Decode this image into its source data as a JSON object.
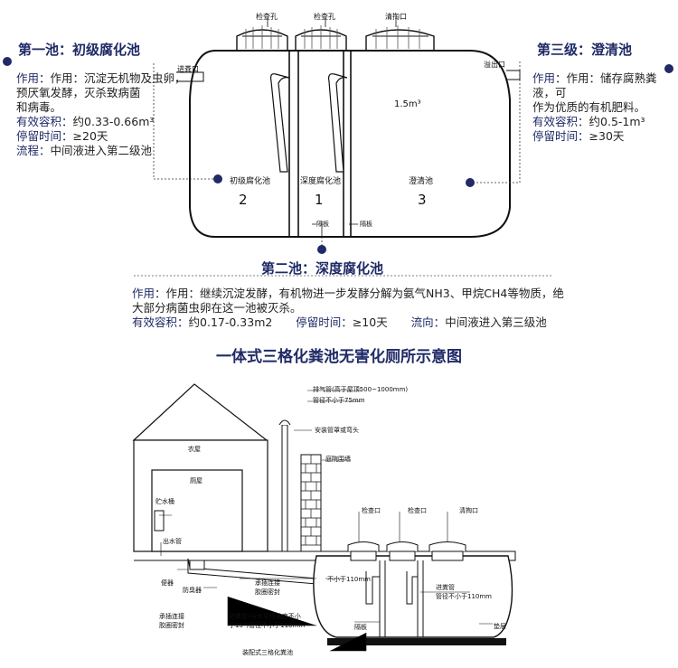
{
  "top": {
    "labels": {
      "inspect1": "检查孔",
      "inspect2": "检查孔",
      "cleanout": "清掏口",
      "inlet": "进粪口",
      "overflow": "溢出口",
      "volume": "1.5m³",
      "ch1_label": "初级腐化池",
      "ch1_num": "2",
      "ch2_label": "深度腐化池",
      "ch2_num": "1",
      "ch3_label": "澄清池",
      "ch3_num": "3",
      "partition1": "隔板",
      "partition2": "隔板"
    },
    "pool1": {
      "title": "第一池：初级腐化池",
      "l1": "作用：沉淀无机物及虫卵，",
      "l2": "预厌氧发酵，灭杀致病菌",
      "l3": "和病毒。",
      "l4k": "有效容积：",
      "l4v": "约0.33-0.66m³",
      "l5k": "停留时间：",
      "l5v": "≥20天",
      "l6k": "流程：",
      "l6v": "中间液进入第二级池"
    },
    "pool3": {
      "title": "第三级：澄清池",
      "l1": "作用：储存腐熟粪液，可",
      "l2": "作为优质的有机肥料。",
      "l3k": "有效容积：",
      "l3v": "约0.5-1m³",
      "l4k": "停留时间：",
      "l4v": "≥30天"
    },
    "pool2": {
      "title": "第二池：深度腐化池",
      "l1": "作用：继续沉淀发酵，有机物进一步发酵分解为氨气NH3、甲烷CH4等物质，绝",
      "l2": "大部分病菌虫卵在这一池被灭杀。",
      "l3k": "有效容积：",
      "l3v": "约0.17-0.33m2",
      "l3k2": "停留时间：",
      "l3v2": "≥10天",
      "l3k3": "流向：",
      "l3v3": "中间液进入第三级池"
    }
  },
  "main_title": "一体式三格化粪池无害化厕所示意图",
  "bottom": {
    "exhaust": "排气管(高于屋顶500~1000mm)",
    "exhaust2": "管径不小于75mm",
    "cap": "安装管罩或弯头",
    "wall": "庭院围墙",
    "house": "农屋",
    "toilet_room": "厕屋",
    "tank": "贮水桶",
    "outlet_pipe": "出水管",
    "inspect1": "检查口",
    "inspect2": "检查口",
    "cleanout": "清掏口",
    "inlet_label": "进粪管",
    "inlet_label2": "管径不小于110mm",
    "min110": "不小于110mm",
    "toilet": "便器",
    "odor": "防臭器",
    "socket1": "承插连接",
    "socket1b": "胶圈密封",
    "socket2": "承插连接",
    "socket2b": "胶圈密封",
    "inpipe1": "进粪管(与水平线角度不小",
    "inpipe2": "于15°)管径不小于110mm",
    "partition": "隔板",
    "cushion": "垫层",
    "assembled": "装配式三格化粪池"
  }
}
